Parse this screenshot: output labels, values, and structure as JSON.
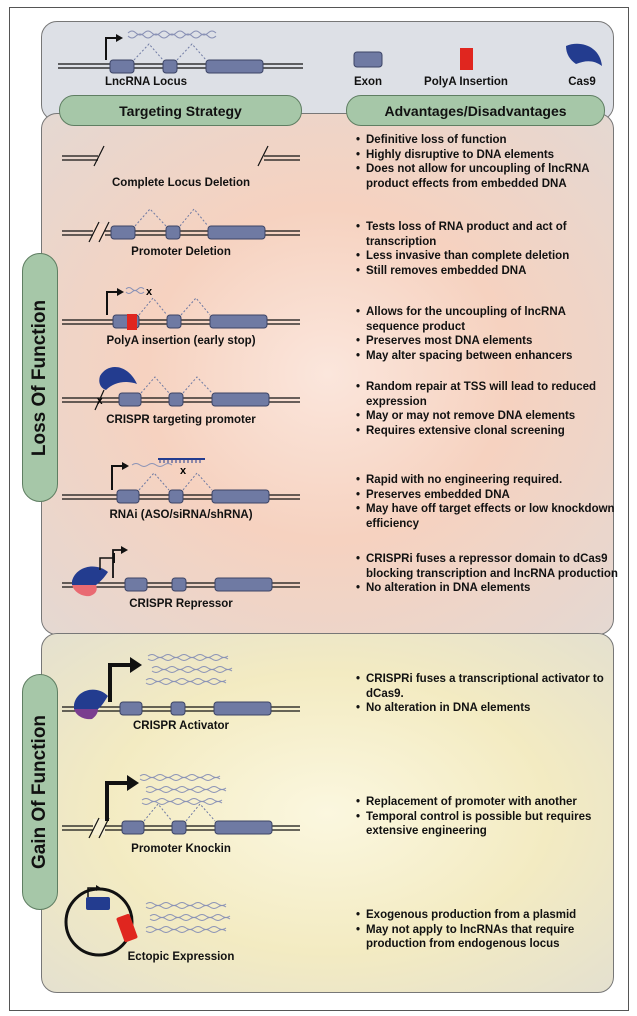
{
  "legend": {
    "exon": "Exon",
    "polya": "PolyA Insertion",
    "cas9": "Cas9",
    "locus": "LncRNA Locus"
  },
  "headers": {
    "strategy": "Targeting Strategy",
    "advantages": "Advantages/Disadvantages"
  },
  "side": {
    "loss": "Loss Of Function",
    "gain": "Gain Of Function"
  },
  "rows": [
    {
      "label": "Complete Locus Deletion",
      "bullets": [
        "Definitive loss of function",
        "Highly disruptive to DNA elements",
        "Does not allow for uncoupling of lncRNA product effects from embedded DNA"
      ]
    },
    {
      "label": "Promoter Deletion",
      "bullets": [
        "Tests loss of RNA product and act of transcription",
        "Less invasive than complete deletion",
        "Still removes embedded DNA"
      ]
    },
    {
      "label": "PolyA insertion (early stop)",
      "bullets": [
        "Allows for the uncoupling of lncRNA sequence product",
        "Preserves most DNA elements",
        "May alter spacing between enhancers"
      ]
    },
    {
      "label": "CRISPR targeting promoter",
      "bullets": [
        "Random repair at TSS will lead to reduced expression",
        "May or may not remove DNA elements",
        "Requires extensive clonal screening"
      ]
    },
    {
      "label": "RNAi (ASO/siRNA/shRNA)",
      "bullets": [
        "Rapid with no engineering required.",
        "Preserves embedded DNA",
        "May have off target effects or low knockdown efficiency"
      ]
    },
    {
      "label": "CRISPR Repressor",
      "bullets": [
        "CRISPRi fuses a repressor domain to dCas9 blocking transcription and lncRNA production",
        "No alteration in DNA elements"
      ]
    },
    {
      "label": "CRISPR Activator",
      "bullets": [
        "CRISPRi fuses a transcriptional activator to dCas9.",
        "No alteration in DNA elements"
      ]
    },
    {
      "label": "Promoter Knockin",
      "bullets": [
        "Replacement of promoter with another",
        "Temporal control is possible but requires extensive engineering"
      ]
    },
    {
      "label": "Ectopic Expression",
      "bullets": [
        "Exogenous production from a plasmid",
        "May not apply to lncRNAs that require production from endogenous locus"
      ]
    }
  ],
  "colors": {
    "exon": "#6f7aa3",
    "polya": "#e0261f",
    "cas9": "#233c8f",
    "header_green": "#a6c7a8"
  }
}
